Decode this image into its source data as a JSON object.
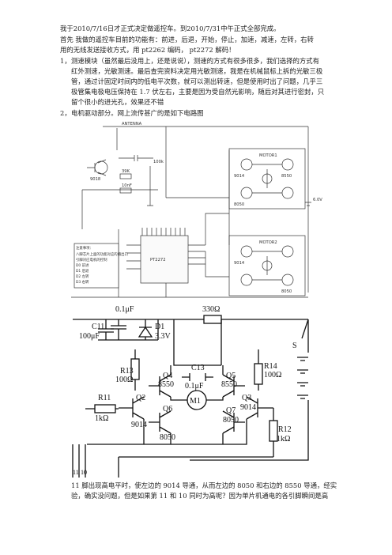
{
  "doc": {
    "line1": "我于2010/7/16日才正式决定做遥控车。到2010/7/31中午正式全部完成。",
    "line2": "首先 我做的遥控车目前的功能有：前进，后退，开始，停止，加速，减速，左转，右转",
    "line3": "用的无线发送接收方式，用 pt2262 编码， pt2272 解码！",
    "items": [
      {
        "num": "1，",
        "lines": [
          "测速模块（虽然最后没用上，还是说说），测速的方式有很多很多，我们选择的方式有",
          "红外测速，光敏测速。最后查完资料决定用光敏测速，我是在机械鼠标上拆的光敏三极",
          "管，通过计固定时间内的低电平次数，就可以测出转速，但是使用时出了问题，几乎三",
          "极管集电极电压保持在 1.7 伏左右，主要是因为受自然光影响，随后对其进行密封，只",
          "留个很小的进光孔，效果还不错"
        ]
      },
      {
        "num": "2，",
        "lines": [
          "电机驱动部分。网上流传甚广的是如下电路图"
        ]
      }
    ],
    "bottom_lines": [
      "11 脚出现高电平时，使左边的 9014 导通，从而左边的 8050 和右边的 8550 导通，经实",
      "验，确实没问题，但是如果第 11 和 10 同时为高呢？因为单片机通电的各引脚瞬间是高"
    ]
  },
  "schematic1": {
    "labels": {
      "antenna": "ANTENNA",
      "s9018": "9018",
      "r_top": "39K",
      "c_top": "10nF",
      "r_mid": "100k",
      "chip": "PT2272",
      "pin_notes_title": "注意事项：",
      "pin_notes": [
        "八脚芯片上面的功能对应的输出口",
        "引脚对应电机的控制",
        "D0 前进",
        "D1 后退",
        "D2 左转",
        "D3 右转"
      ],
      "pwr": "6.0V",
      "motor_a": "MOTOR1",
      "motor_b": "MOTOR2",
      "q_a": "9014",
      "q_b": "8050",
      "q_c": "8550"
    }
  },
  "schematic2": {
    "labels": {
      "c_top": "0.1μF",
      "r_top": "330Ω",
      "c11": "C11",
      "c11v": "100μF",
      "d1": "D1",
      "d1v": "3.3V",
      "r13": "R13",
      "r13v": "100Ω",
      "r14": "R14",
      "r14v": "100Ω",
      "c13": "C13",
      "c13v": "0.1μF",
      "q4": "Q4",
      "q4v": "8550",
      "q5": "Q5",
      "q5v": "8550",
      "m1": "M1",
      "r11": "R11",
      "r11v": "1kΩ",
      "q2": "Q2",
      "q2v": "9014",
      "q3": "Q3",
      "q3v": "9014",
      "q6": "Q6",
      "q6v": "8050",
      "q7": "Q7",
      "q7v": "8050",
      "r12": "R12",
      "r12v": "1kΩ",
      "switch": "S",
      "pin11": "11",
      "pin10": "10"
    }
  }
}
